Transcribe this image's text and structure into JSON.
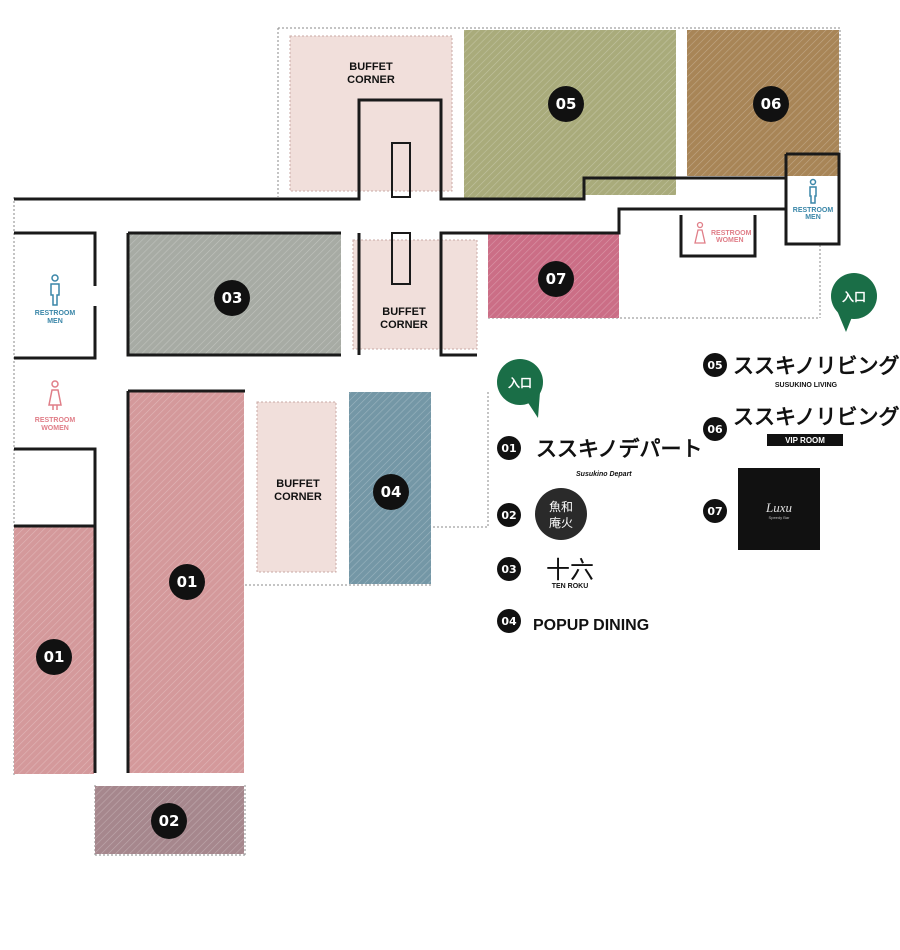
{
  "colors": {
    "store01": "#d4999b",
    "store02": "#a6878d",
    "store03": "#a7aba4",
    "store04": "#7497a6",
    "store05": "#a9ab7b",
    "store06": "#a88557",
    "store07": "#cb6e86",
    "buffet": "#f1dfdb",
    "entrance": "#1a6e47",
    "men": "#3a86a8",
    "women": "#e07e88",
    "marker": "#111111"
  },
  "areas": {
    "store01_left": "01",
    "store01_main": "01",
    "store02": "02",
    "store03": "03",
    "store04": "04",
    "store05": "05",
    "store06": "06",
    "store07": "07"
  },
  "buffet": {
    "line1": "BUFFET",
    "line2": "CORNER"
  },
  "restrooms": {
    "men_line1": "RESTROOM",
    "men_line2": "MEN",
    "women_line1": "RESTROOM",
    "women_line2": "WOMEN"
  },
  "entrance_label": "入口",
  "legend": {
    "item01": {
      "num": "01",
      "name": "ススキノデパート",
      "sub": "Susukino Depart"
    },
    "item02": {
      "num": "02",
      "name_top": "魚和",
      "name_bottom": "庵火"
    },
    "item03": {
      "num": "03",
      "name": "十六",
      "sub": "TEN ROKU"
    },
    "item04": {
      "num": "04",
      "name": "POPUP DINING"
    },
    "item05": {
      "num": "05",
      "name": "ススキノリビング",
      "sub": "SUSUKINO LIVING"
    },
    "item06": {
      "num": "06",
      "name": "ススキノリビング",
      "badge": "VIP ROOM"
    },
    "item07": {
      "num": "07",
      "name": "Luxu",
      "sub": "Speedy Bar"
    }
  }
}
